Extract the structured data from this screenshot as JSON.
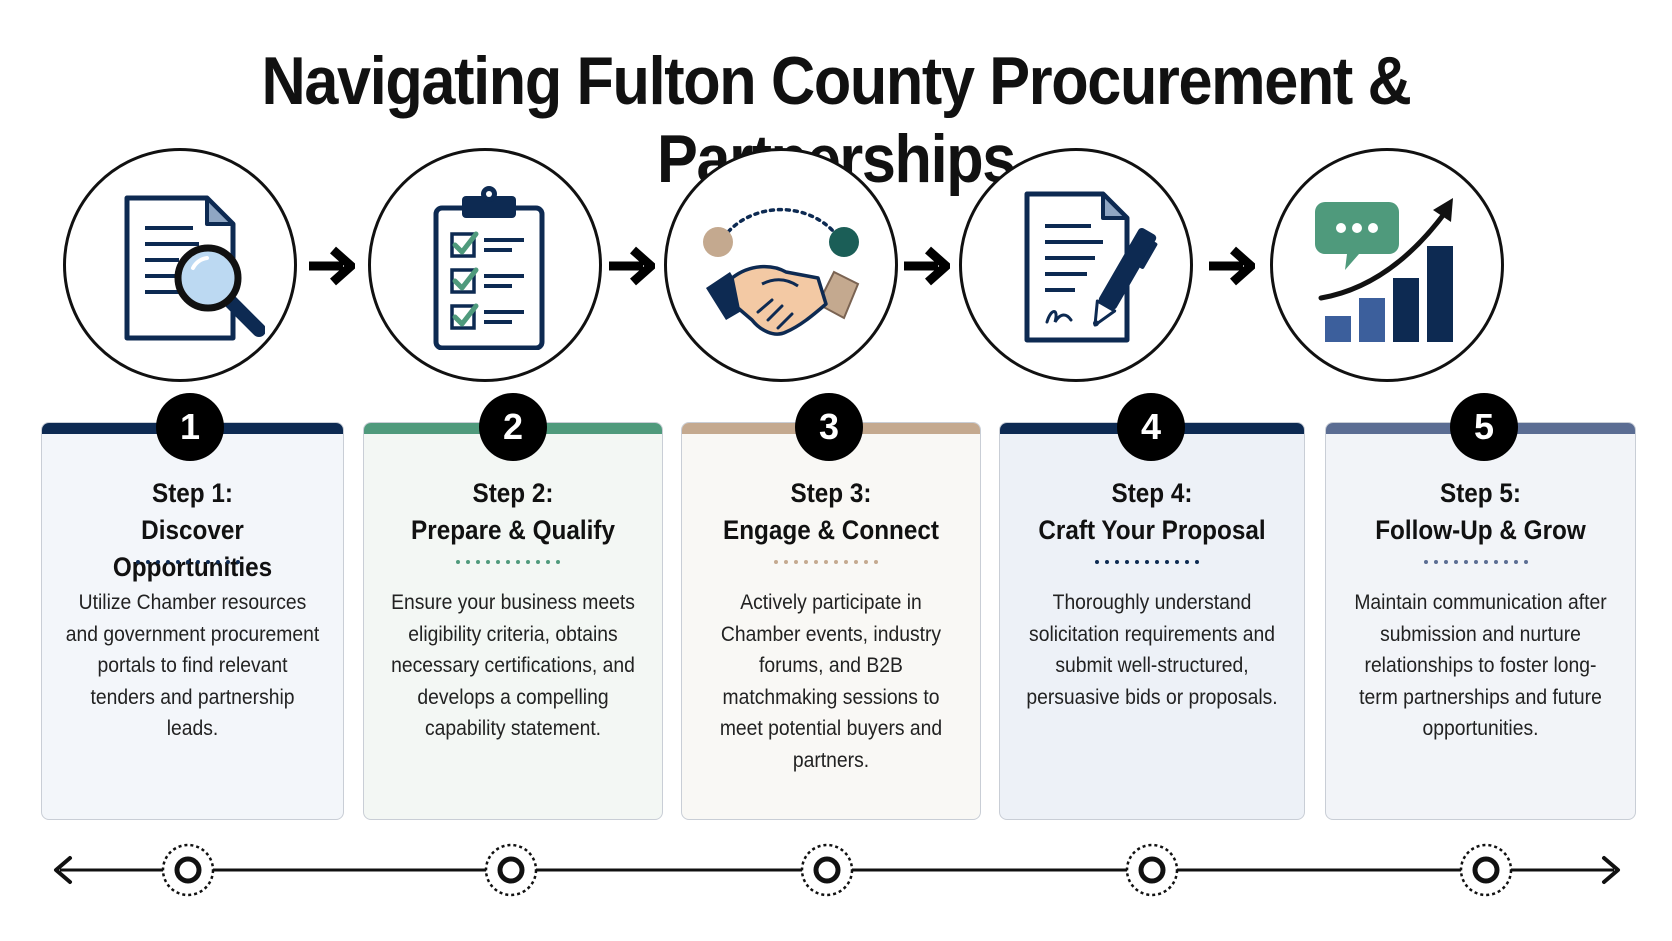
{
  "title": "Navigating Fulton County Procurement & Partnerships",
  "colors": {
    "navy": "#0d2a52",
    "green": "#4f9a7c",
    "tan": "#c4a98f",
    "slate": "#5b6d93",
    "card_bg_1": "#f3f6fa",
    "card_bg_2": "#f3f7f4",
    "card_bg_3": "#f9f8f5",
    "card_bg_4": "#edf1f7",
    "card_bg_5": "#f2f4f8"
  },
  "steps": [
    {
      "number": "1",
      "title_line1": "Step 1:",
      "title_line2": "Discover Opportunities",
      "description": "Utilize Chamber resources and government procurement portals to find relevant tenders and partnership leads.",
      "icon": "document-magnifier-icon"
    },
    {
      "number": "2",
      "title_line1": "Step 2:",
      "title_line2": "Prepare & Qualify",
      "description": "Ensure your business meets eligibility criteria, obtains necessary certifications, and develops a compelling capability statement.",
      "icon": "clipboard-checklist-icon"
    },
    {
      "number": "3",
      "title_line1": "Step 3:",
      "title_line2": "Engage & Connect",
      "description": "Actively participate in Chamber events, industry forums, and B2B matchmaking sessions to meet potential buyers and partners.",
      "icon": "handshake-icon"
    },
    {
      "number": "4",
      "title_line1": "Step 4:",
      "title_line2": "Craft Your Proposal",
      "description": "Thoroughly understand solicitation requirements and submit well-structured, persuasive bids or proposals.",
      "icon": "document-pen-icon"
    },
    {
      "number": "5",
      "title_line1": "Step 5:",
      "title_line2": "Follow-Up & Grow",
      "description": "Maintain communication after submission and nurture relationships to foster long-term partnerships and future opportunities.",
      "icon": "growth-chart-icon"
    }
  ]
}
